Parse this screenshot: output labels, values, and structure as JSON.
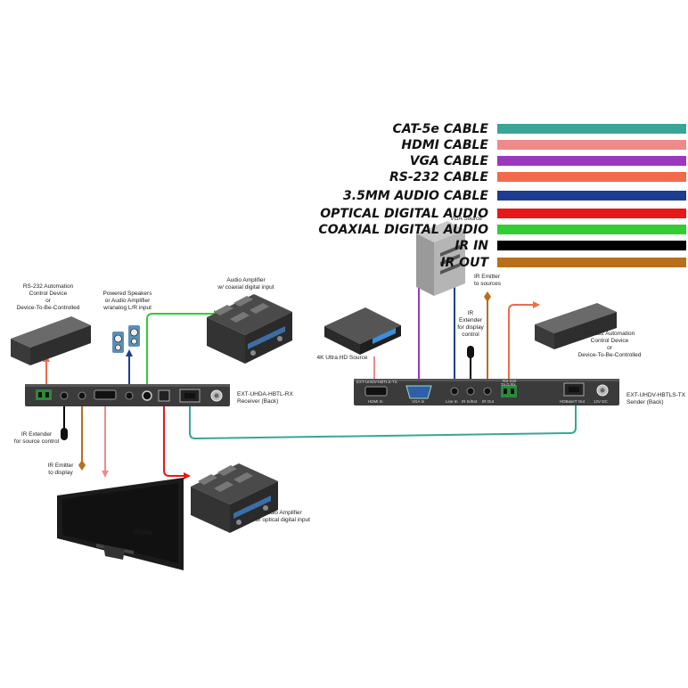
{
  "legend": {
    "items": [
      {
        "label": "CAT-5e CABLE",
        "color": "#3aa596"
      },
      {
        "label": "HDMI CABLE",
        "color": "#f08a8a"
      },
      {
        "label": "VGA CABLE",
        "color": "#9a38c0"
      },
      {
        "label": "RS-232 CABLE",
        "color": "#f26a4a"
      },
      {
        "label": "3.5MM AUDIO CABLE",
        "color": "#1f3d8f"
      },
      {
        "label": "OPTICAL DIGITAL AUDIO",
        "color": "#e81818"
      },
      {
        "label": "COAXIAL DIGITAL AUDIO",
        "color": "#33cc33"
      },
      {
        "label": "IR IN",
        "color": "#000000"
      },
      {
        "label": "IR OUT",
        "color": "#b86e1a"
      }
    ]
  },
  "labels": {
    "rs232_left": [
      "RS-232 Automation",
      "Control Device",
      "or",
      "Device-To-Be-Controlled"
    ],
    "speakers": [
      "Powered Speakers",
      "or Audio Amplifier",
      "w/analog L/R input"
    ],
    "amp_coax": [
      "Audio Amplifier",
      "w/ coaxial digital input"
    ],
    "vga_source": "VGA Source",
    "ir_emitter_sources": [
      "IR Emitter",
      "to sources"
    ],
    "ir_extender_display": [
      "IR",
      "Extender",
      "for display",
      "control"
    ],
    "source_4k": "4K Ultra HD Source",
    "rs232_right": [
      "RS-232 Automation",
      "Control Device",
      "or",
      "Device-To-Be-Controlled"
    ],
    "receiver": [
      "EXT-UHDA-HBTL-RX",
      "Receiver (Back)"
    ],
    "sender": [
      "EXT-UHDV-HBTLS-TX",
      "Sender (Back)"
    ],
    "ir_extender_source": [
      "IR Extender",
      "for source control"
    ],
    "ir_emitter_display": [
      "IR Emitter",
      "to display"
    ],
    "display": "Display",
    "amp_optical": [
      "Audio Amplifier",
      "w/ optical digital input"
    ]
  },
  "ports": {
    "sender_model": "EXT-UHDV-HBTLS-TX",
    "hdmi_in": "HDMI In",
    "vga_in": "VGA In",
    "line_in": "Line In",
    "ir_in_ext": "IR In/Ext",
    "ir_out": "IR Out",
    "rs232": "RS-232",
    "rs232_tx_rx": "Tx  G  Rx",
    "hdbaset_out": "HDBaseT Out",
    "dc12": "12V DC"
  }
}
